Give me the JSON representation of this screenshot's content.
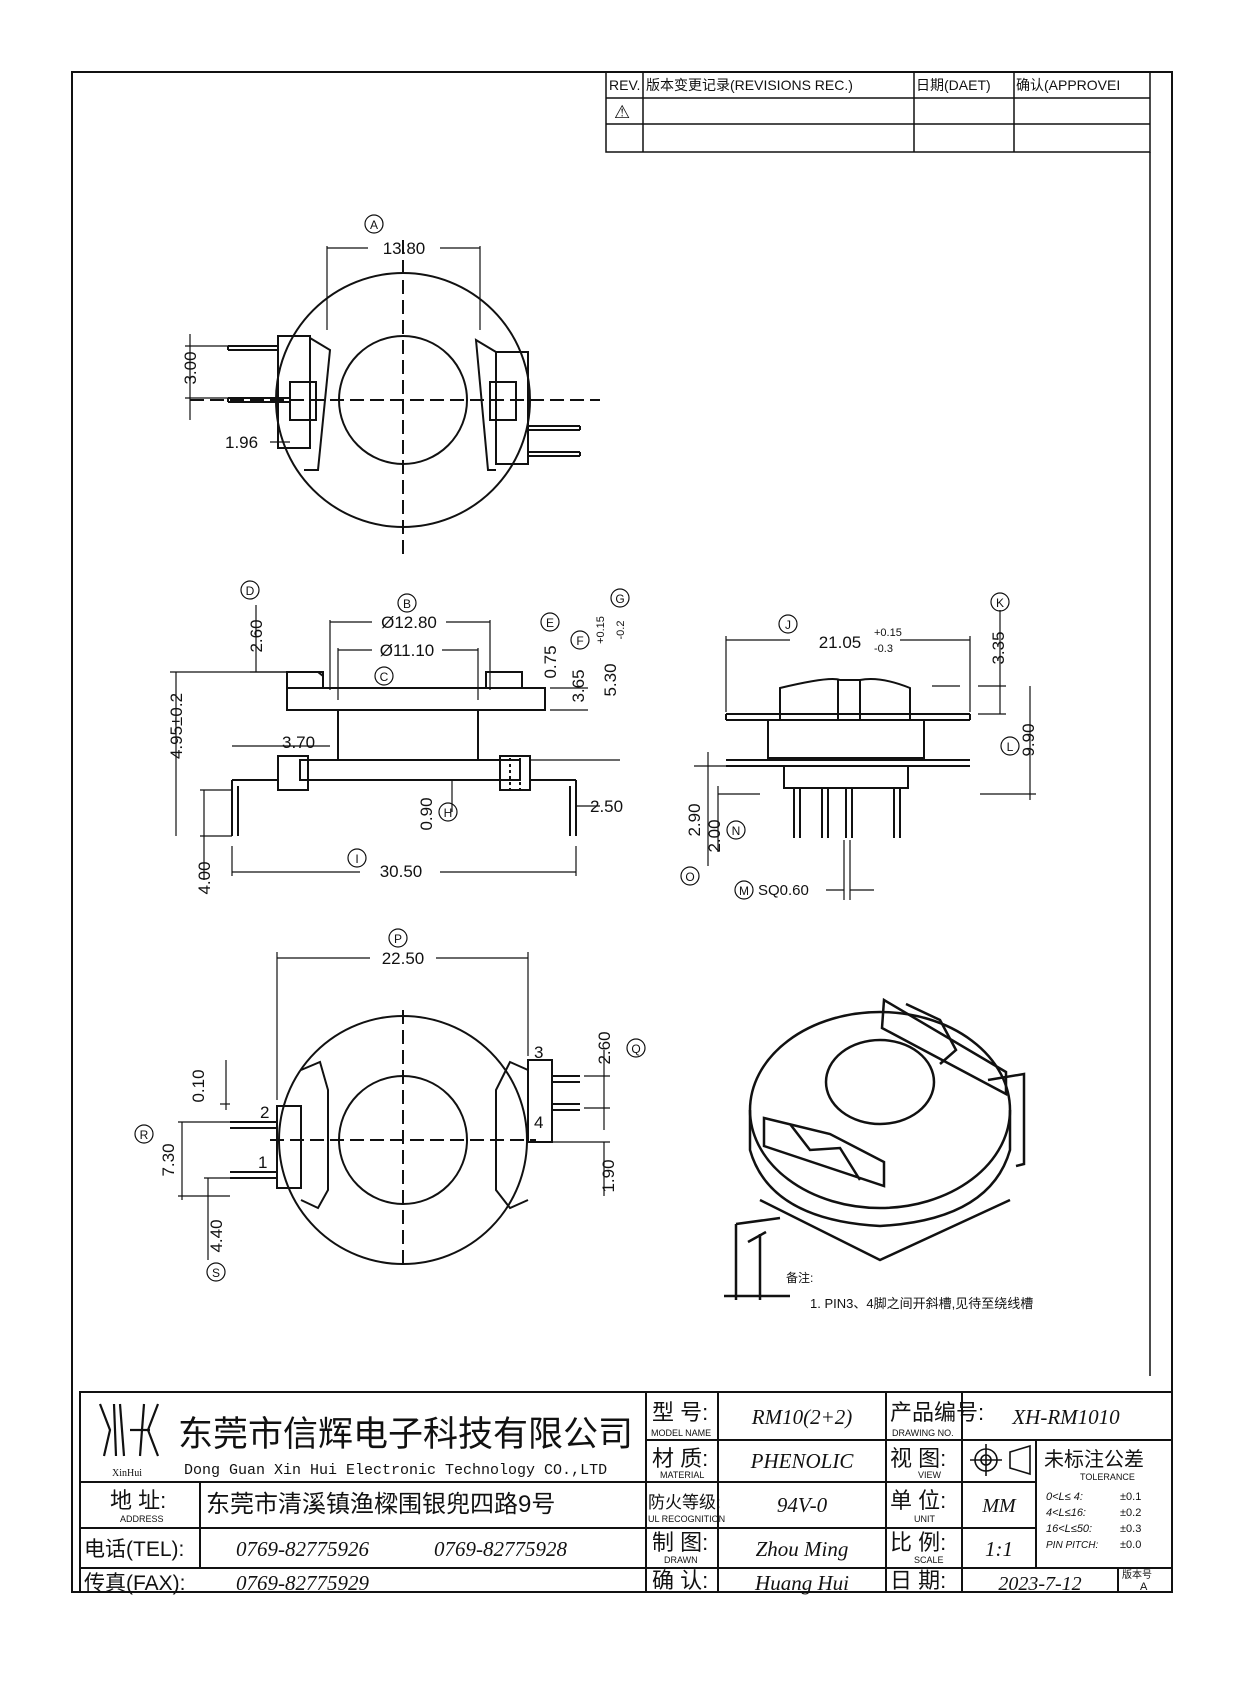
{
  "revision_table": {
    "headers": {
      "rev": "REV.",
      "record": "版本变更记录(REVISIONS REC.)",
      "date": "日期(DAET)",
      "approve": "确认(APPROVEI"
    },
    "row1_mark": "⚠"
  },
  "top_view": {
    "label_A": "A",
    "dim_A": "13.80",
    "dim_left_vertical": "3.00",
    "dim_left_small": "1.96"
  },
  "front_view": {
    "label_D": "D",
    "dim_D": "2.60",
    "label_B": "B",
    "dim_B": "Ø12.80",
    "label_C": "C",
    "dim_C": "Ø11.10",
    "label_E": "E",
    "dim_E": "0.75",
    "label_F": "F",
    "dim_F": "3.65",
    "label_G": "G",
    "dim_G": "5.30",
    "dim_G_tol_plus": "+0.15",
    "dim_G_tol_minus": "-0.2",
    "dim_height": "4.95±0.2",
    "dim_37": "3.70",
    "label_H": "H",
    "dim_H": "0.90",
    "dim_250": "2.50",
    "label_I": "I",
    "dim_I": "30.50",
    "dim_400": "4.00"
  },
  "side_view": {
    "label_J": "J",
    "dim_J": "21.05",
    "dim_J_tol_plus": "+0.15",
    "dim_J_tol_minus": "-0.3",
    "label_K": "K",
    "dim_K": "3.35",
    "label_L": "L",
    "dim_L": "9.90",
    "dim_290": "2.90",
    "dim_200": "2.00",
    "label_N": "N",
    "label_O": "O",
    "label_M": "M",
    "dim_M": "SQ0.60"
  },
  "bottom_view": {
    "label_P": "P",
    "dim_P": "22.50",
    "label_Q": "Q",
    "dim_Q": "2.60",
    "dim_010": "0.10",
    "label_R": "R",
    "dim_R": "7.30",
    "dim_190": "1.90",
    "dim_440": "4.40",
    "label_S": "S",
    "pin1": "1",
    "pin2": "2",
    "pin3": "3",
    "pin4": "4"
  },
  "notes": {
    "title": "备注:",
    "note1": "1. PIN3、4脚之间开斜槽,见待至绕线槽"
  },
  "title_block": {
    "logo_text": "XinHui",
    "company_cn": "东莞市信辉电子科技有限公司",
    "company_en": "Dong Guan Xin Hui Electronic Technology CO.,LTD",
    "model_label_cn": "型  号:",
    "model_label_en": "MODEL NAME",
    "model_value": "RM10(2+2)",
    "drawing_no_label_cn": "产品编号:",
    "drawing_no_label_en": "DRAWING NO.",
    "drawing_no_value": "XH-RM1010",
    "material_label_cn": "材  质:",
    "material_label_en": "MATERIAL",
    "material_value": "PHENOLIC",
    "view_label_cn": "视  图:",
    "view_label_en": "VIEW",
    "tolerance_title_cn": "未标注公差",
    "tolerance_title_en": "TOLERANCE",
    "tol_rows": [
      {
        "range": "0<L≤ 4:",
        "value": "±0.1"
      },
      {
        "range": "4<L≤16:",
        "value": "±0.2"
      },
      {
        "range": "16<L≤50:",
        "value": "±0.3"
      },
      {
        "range": "PIN PITCH:",
        "value": "±0.0"
      }
    ],
    "address_label_cn": "地  址:",
    "address_label_en": "ADDRESS",
    "address_value": "东莞市清溪镇渔樑围银兜四路9号",
    "ul_label_cn": "防火等级:",
    "ul_label_en": "UL RECOGNITION",
    "ul_value": "94V-0",
    "unit_label_cn": "单  位:",
    "unit_label_en": "UNIT",
    "unit_value": "MM",
    "tel_label": "电话(TEL):",
    "tel_value1": "0769-82775926",
    "tel_value2": "0769-82775928",
    "drawn_label_cn": "制  图:",
    "drawn_label_en": "DRAWN",
    "drawn_value": "Zhou Ming",
    "scale_label_cn": "比  例:",
    "scale_label_en": "SCALE",
    "scale_value": "1:1",
    "fax_label": "传真(FAX):",
    "fax_value": "0769-82775929",
    "confirm_label_cn": "确  认:",
    "confirm_value": "Huang Hui",
    "date_label_cn": "日  期:",
    "date_value": "2023-7-12",
    "version_label": "版本号",
    "version_value": "A"
  }
}
